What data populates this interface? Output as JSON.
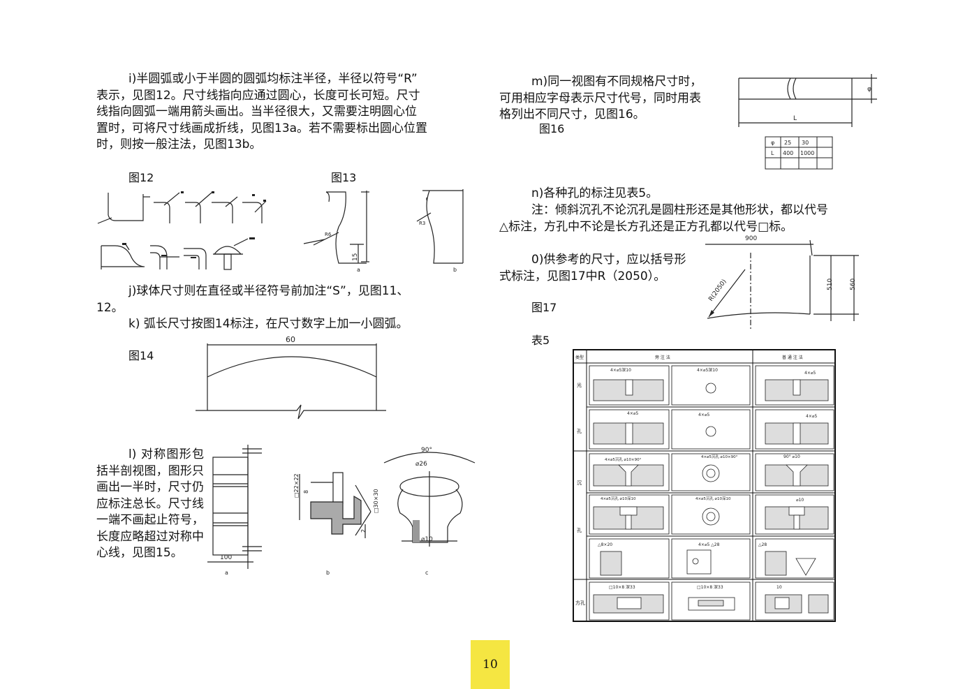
{
  "left": {
    "para_i": [
      "i)半圆弧或小于半圆的圆弧均标注半径，半径以符号“R”",
      "表示，见图12。尺寸线指向应通过圆心，长度可长可短。尺寸",
      "线指向圆弧一端用箭头画出。当半径很大，又需要注明圆心位",
      "置时，可将尺寸线画成折线，见图13a。若不需要标出圆心位置",
      "时，则按一般注法，见图13b。"
    ],
    "fig12_label": "图12",
    "fig13_label": "图13",
    "para_j": [
      "j)球体尺寸则在直径或半径符号前加注“S”，见图11、",
      "12。"
    ],
    "para_k": "k) 弧长尺寸按图14标注，在尺寸数字上加一小圆弧。",
    "fig14_label": "图14",
    "fig14_dim": "60",
    "para_l": "l) 对称图形包括半剖视图，图形只画出一半时，尺寸仍应标注总长。尺寸线一端不画起止符号，长度应略超过对称中心线，见图15。",
    "fig13_a": "a",
    "fig13_b": "b",
    "fig13_dim15": "15",
    "fig15": {
      "dim100": "100",
      "sq22": "□22×22",
      "d8": "8",
      "sq30": "□30×30",
      "d2": "2",
      "angle": "90°",
      "d26": "⌀26",
      "d10": "⌀10",
      "a": "a",
      "b": "b",
      "c": "c"
    }
  },
  "right": {
    "para_m": [
      "m)同一视图有不同规格尺寸时，",
      "可用相应字母表示尺寸代号，同时用表",
      "格列出不同尺寸，见图16。"
    ],
    "fig16_label": "图16",
    "fig16_phi": "φ",
    "fig16_L": "L",
    "fig16_table": [
      [
        "φ",
        "25",
        "30"
      ],
      [
        "L",
        "400",
        "1000"
      ]
    ],
    "para_n": "n)各种孔的标注见表5。",
    "note": [
      "注：倾斜沉孔不论沉孔是圆柱形还是其他形状，都以代号",
      "△标注，方孔中不论是长方孔还是正方孔都以代号□标。"
    ],
    "para_o": [
      "0)供参考的尺寸，应以括号形",
      "式标注，见图17中R（2050）。"
    ],
    "fig17_label": "图17",
    "fig17_dims": {
      "w900": "900",
      "h510": "510",
      "h560": "560",
      "r": "R(2050)"
    },
    "table5_label": "表5",
    "table5": {
      "headers": [
        "类型",
        "旁 注 法",
        "普 通 注 法"
      ],
      "rows": [
        {
          "type": "光",
          "c1": "4×⌀5深10",
          "c2": "4×⌀5深10",
          "c3": "4×⌀5"
        },
        {
          "type": "孔",
          "c1": "4×⌀5",
          "c2": "4×⌀5",
          "c3": "4×⌀5"
        },
        {
          "type": "沉",
          "c1": "4×⌀5沉孔 ⌀10×90°",
          "c2": "4×⌀5沉孔 ⌀10×90°",
          "c3": "90° ⌀10"
        },
        {
          "type": "孔",
          "c1": "4×⌀5沉孔 ⌀10深10",
          "c2": "4×⌀5沉孔 ⌀10深10",
          "c3": "⌀10"
        },
        {
          "type": "",
          "c1": "△8×20",
          "c2": "4×⌀5 △28",
          "c3": "△28"
        },
        {
          "type": "方孔",
          "c1": "□10×8 深33",
          "c2": "□10×8 深33",
          "c3": "10"
        }
      ]
    }
  },
  "page_number": "10"
}
